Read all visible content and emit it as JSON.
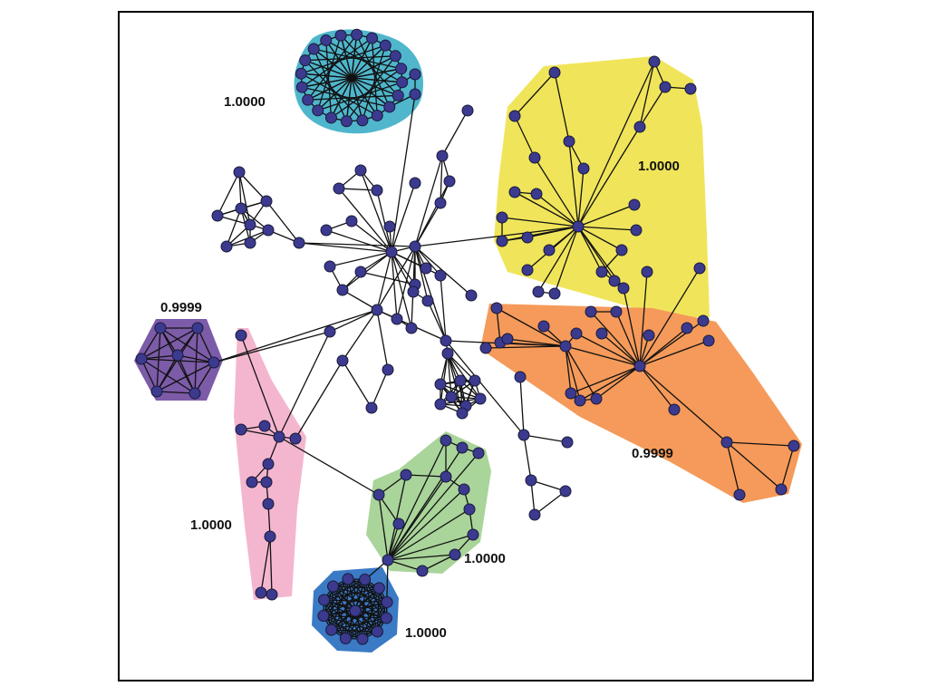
{
  "colors": {
    "node_fill": "#3b3a8f",
    "edge": "#111111",
    "cyan": "#4fb6cc",
    "yellow": "#f0e55a",
    "orange": "#f59a5a",
    "purple": "#7c5ba8",
    "pink": "#f4b6cf",
    "green": "#a9d49a",
    "blue": "#3b7ac4"
  },
  "communities": [
    {
      "id": "cyan",
      "score": "1.0000"
    },
    {
      "id": "yellow",
      "score": "1.0000"
    },
    {
      "id": "purple",
      "score": "0.9999"
    },
    {
      "id": "orange",
      "score": "0.9999"
    },
    {
      "id": "pink",
      "score": "1.0000"
    },
    {
      "id": "green",
      "score": "1.0000"
    },
    {
      "id": "blue",
      "score": "1.0000"
    }
  ]
}
